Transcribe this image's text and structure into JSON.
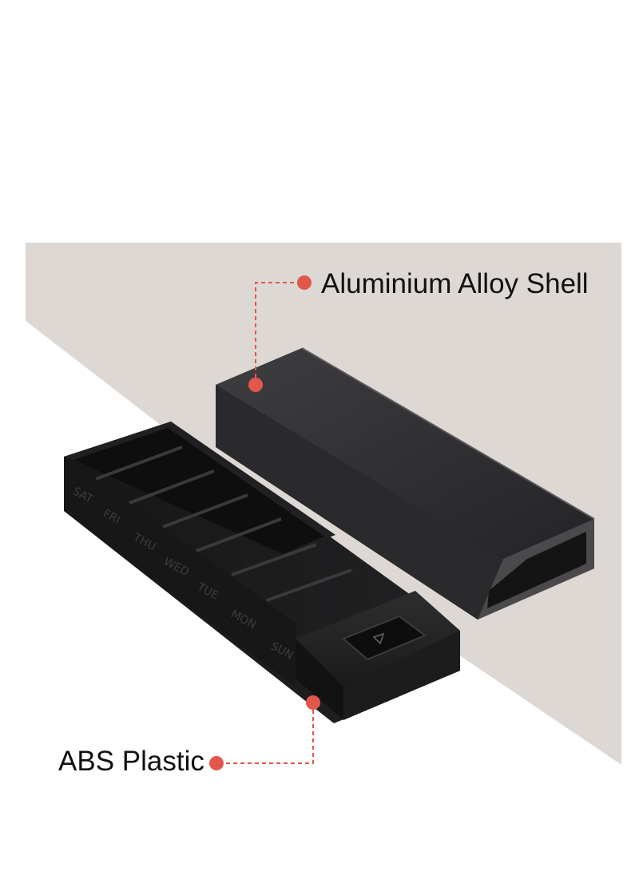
{
  "callouts": {
    "shell": "Aluminium Alloy Shell",
    "plastic": "ABS Plastic"
  },
  "day_labels": [
    "SAT",
    "FRI",
    "THU",
    "WED",
    "TUE",
    "MON",
    "SUN"
  ],
  "colors": {
    "background_panel": "#ddd8d4",
    "callout_dot": "#e2574c",
    "callout_line": "#e2574c",
    "case_body": "#1b1b1c",
    "shell_body": "#2b2b2d"
  }
}
